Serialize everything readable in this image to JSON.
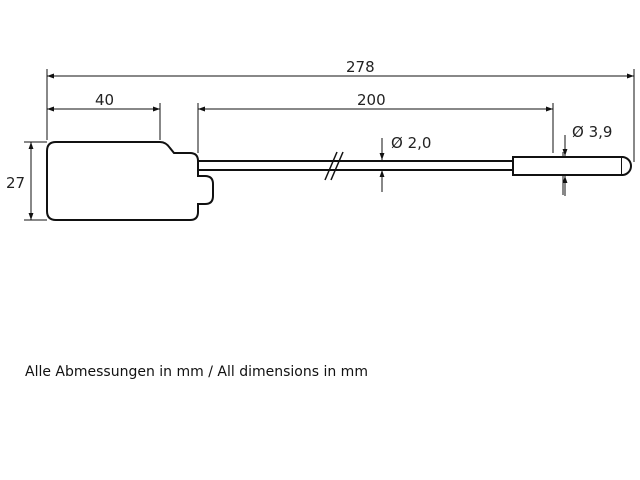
{
  "dimensions": {
    "overall_length": "278",
    "housing_length": "40",
    "cable_length": "200",
    "cable_diameter": "Ø 2,0",
    "probe_diameter": "Ø 3,9",
    "housing_height": "27"
  },
  "note": "Alle Abmessungen in mm / All dimensions in mm",
  "colors": {
    "line": "#111111",
    "text": "#222222",
    "background": "#ffffff"
  }
}
